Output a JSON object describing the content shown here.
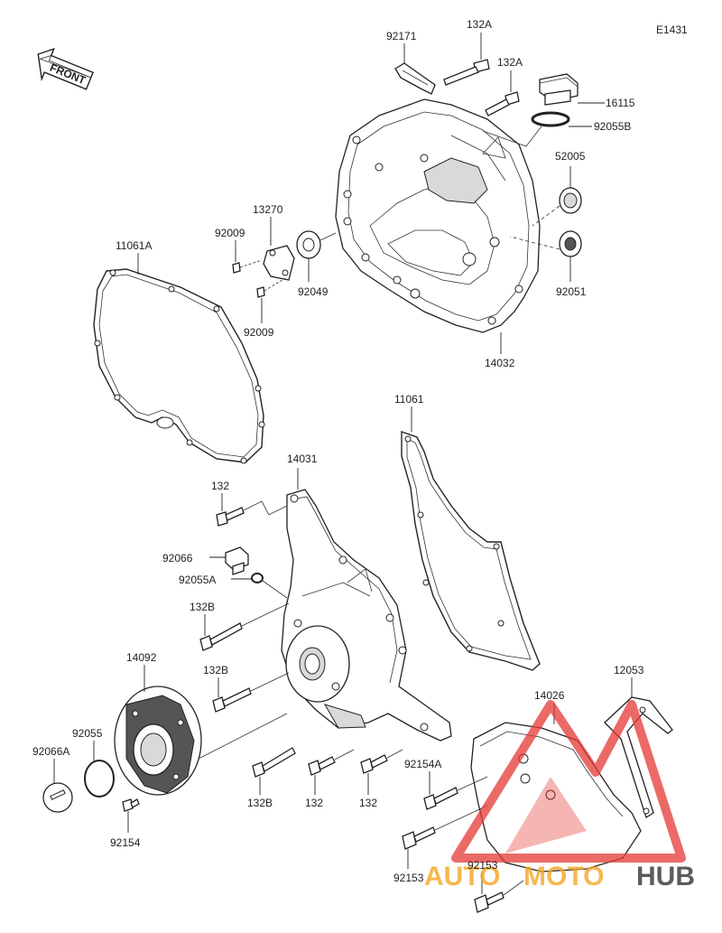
{
  "diagram_code": "E1431",
  "front_label": "FRONT",
  "watermark": {
    "text_auto": "AUTO",
    "text_moto": "MOTO",
    "text_hub": "HUB",
    "color_red": "#e53935",
    "color_orange": "#f5a623",
    "color_dark": "#333333"
  },
  "labels": [
    {
      "id": "92171",
      "text": "92171"
    },
    {
      "id": "132A_top",
      "text": "132A"
    },
    {
      "id": "132A_mid",
      "text": "132A"
    },
    {
      "id": "16115",
      "text": "16115"
    },
    {
      "id": "92055B",
      "text": "92055B"
    },
    {
      "id": "52005",
      "text": "52005"
    },
    {
      "id": "92051",
      "text": "92051"
    },
    {
      "id": "14032",
      "text": "14032"
    },
    {
      "id": "13270",
      "text": "13270"
    },
    {
      "id": "92009_a",
      "text": "92009"
    },
    {
      "id": "92009_b",
      "text": "92009"
    },
    {
      "id": "92049",
      "text": "92049"
    },
    {
      "id": "11061A",
      "text": "11061A"
    },
    {
      "id": "11061",
      "text": "11061"
    },
    {
      "id": "14031",
      "text": "14031"
    },
    {
      "id": "132_top",
      "text": "132"
    },
    {
      "id": "92066",
      "text": "92066"
    },
    {
      "id": "92055A",
      "text": "92055A"
    },
    {
      "id": "132B_a",
      "text": "132B"
    },
    {
      "id": "132B_b",
      "text": "132B"
    },
    {
      "id": "14092",
      "text": "14092"
    },
    {
      "id": "92055",
      "text": "92055"
    },
    {
      "id": "92066A",
      "text": "92066A"
    },
    {
      "id": "92154",
      "text": "92154"
    },
    {
      "id": "132B_c",
      "text": "132B"
    },
    {
      "id": "132_b",
      "text": "132"
    },
    {
      "id": "132_c",
      "text": "132"
    },
    {
      "id": "12053",
      "text": "12053"
    },
    {
      "id": "14026",
      "text": "14026"
    },
    {
      "id": "92154A",
      "text": "92154A"
    },
    {
      "id": "92153_a",
      "text": "92153"
    },
    {
      "id": "92153_b",
      "text": "92153"
    }
  ]
}
